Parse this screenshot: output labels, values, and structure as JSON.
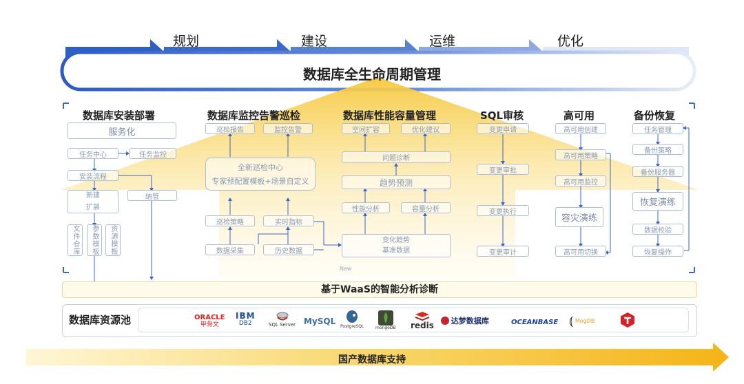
{
  "lifecycle": {
    "stages": [
      "规划",
      "建设",
      "运维",
      "优化"
    ],
    "title": "数据库全生命周期管理"
  },
  "columns": {
    "install": {
      "title": "数据库安装部署",
      "service": "服务化",
      "task_center": "任务中心",
      "task_monitor": "任务监控",
      "install_flow": "安装流程",
      "new_expand_1": "新建",
      "new_expand_2": "扩展",
      "manage": "纳管",
      "file_warehouse": "文件仓库",
      "param_template": "参数模板",
      "resource_template": "资源模板"
    },
    "monitor": {
      "title": "数据库监控告警巡检",
      "inspection_report": "巡检报告",
      "monitor_alert": "监控告警",
      "center_title": "全新巡检中心",
      "center_sub": "专家预配置模板+场景自定义",
      "inspection_policy": "巡检策略",
      "realtime_metrics": "实时指标",
      "data_collect": "数据采集",
      "history_data": "历史数据"
    },
    "performance": {
      "title": "数据库性能容量管理",
      "space_expand": "空间扩容",
      "optimize_advice": "优化建议",
      "problem_diag": "问题诊断",
      "trend_predict": "趋势预测",
      "perf_analysis": "性能分析",
      "capacity_analysis": "容量分析",
      "change_trend": "变化趋势",
      "baseline_data": "基准数据",
      "new_label": "New"
    },
    "sql": {
      "title": "SQL审核",
      "change_apply": "变更申请",
      "change_audit": "变更审批",
      "change_exec": "变更执行",
      "change_review": "变更审计"
    },
    "ha": {
      "title": "高可用",
      "ha_create": "高可用创建",
      "ha_policy": "高可用策略",
      "ha_monitor": "高可用监控",
      "dr_drill": "容灾演练",
      "ha_switch": "高可用切换"
    },
    "backup": {
      "title": "备份恢复",
      "task_manage": "任务管理",
      "backup_policy": "备份策略",
      "backup_server": "备份服务器",
      "restore_drill": "恢复演练",
      "data_verify": "数据校验",
      "restore_op": "恢复操作"
    }
  },
  "waas": "基于WaaS的智能分析诊断",
  "resource_pool": {
    "label": "数据库资源池",
    "logos": [
      {
        "name": "ORACLE",
        "sub": "甲骨文"
      },
      {
        "name": "IBM",
        "sub": "DB2"
      },
      {
        "name": "SQL Server",
        "sub": ""
      },
      {
        "name": "MySQL",
        "sub": ""
      },
      {
        "name": "PostgreSQL",
        "sub": ""
      },
      {
        "name": "mongoDB",
        "sub": ""
      },
      {
        "name": "redis",
        "sub": ""
      },
      {
        "name": "达梦数据库",
        "sub": ""
      },
      {
        "name": "OCEANBASE",
        "sub": ""
      },
      {
        "name": "MogDB",
        "sub": ""
      },
      {
        "name": "TD",
        "sub": ""
      }
    ]
  },
  "bottom": "国产数据库支持",
  "colors": {
    "blue": "#3a64c8",
    "gold": "#f5c33a",
    "box_border": "#aebdd6"
  }
}
